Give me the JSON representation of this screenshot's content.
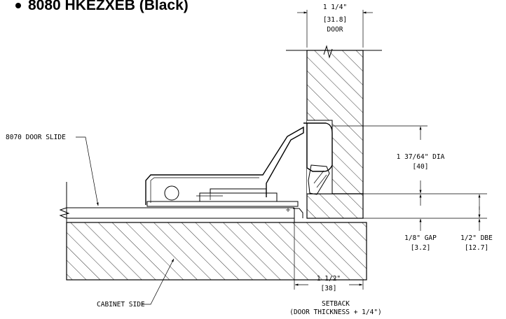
{
  "title": "8080 HKEZXEB (Black)",
  "labels": {
    "door_width": "1 1/4\"",
    "door_width_mm": "[31.8]",
    "door": "DOOR",
    "door_slide": "8070 DOOR SLIDE",
    "dia": "1 37/64\" DIA",
    "dia_mm": "[40]",
    "gap": "1/8\" GAP",
    "gap_mm": "[3.2]",
    "dbe": "1/2\" DBE",
    "dbe_mm": "[12.7]",
    "setback_dim": "1 1/2\"",
    "setback_dim_mm": "[38]",
    "setback": "SETBACK",
    "setback_note": "(DOOR THICKNESS + 1/4\")",
    "cabinet_side": "CABINET SIDE"
  }
}
